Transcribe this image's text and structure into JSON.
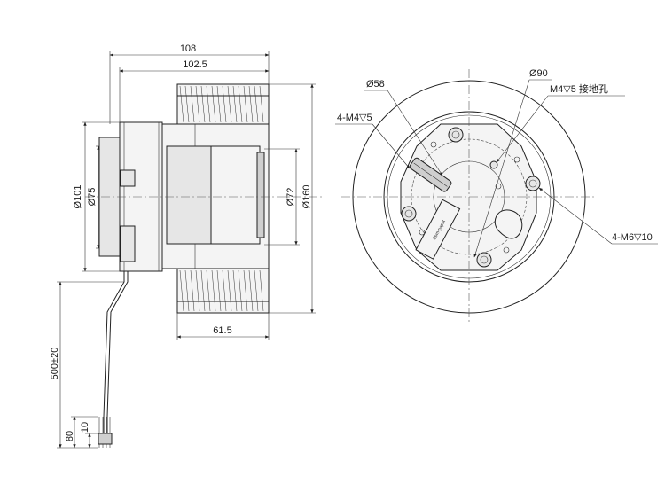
{
  "side_view": {
    "dims": {
      "overall_width": "108",
      "impeller_width": "102.5",
      "inlet_depth": "61.5",
      "diameter_flange": "Ø101",
      "diameter_hub": "Ø75",
      "diameter_inlet": "Ø72",
      "diameter_impeller": "Ø160",
      "cable_length": "500±20",
      "strip_length": "80",
      "wire_strip": "10"
    }
  },
  "front_view": {
    "labels": {
      "d58": "Ø58",
      "d90": "Ø90",
      "ground_hole": "M4▽5 接地孔",
      "m4_holes": "4-M4▽5",
      "m6_holes": "4-M6▽10"
    },
    "label_text": "Ebm-papst"
  }
}
